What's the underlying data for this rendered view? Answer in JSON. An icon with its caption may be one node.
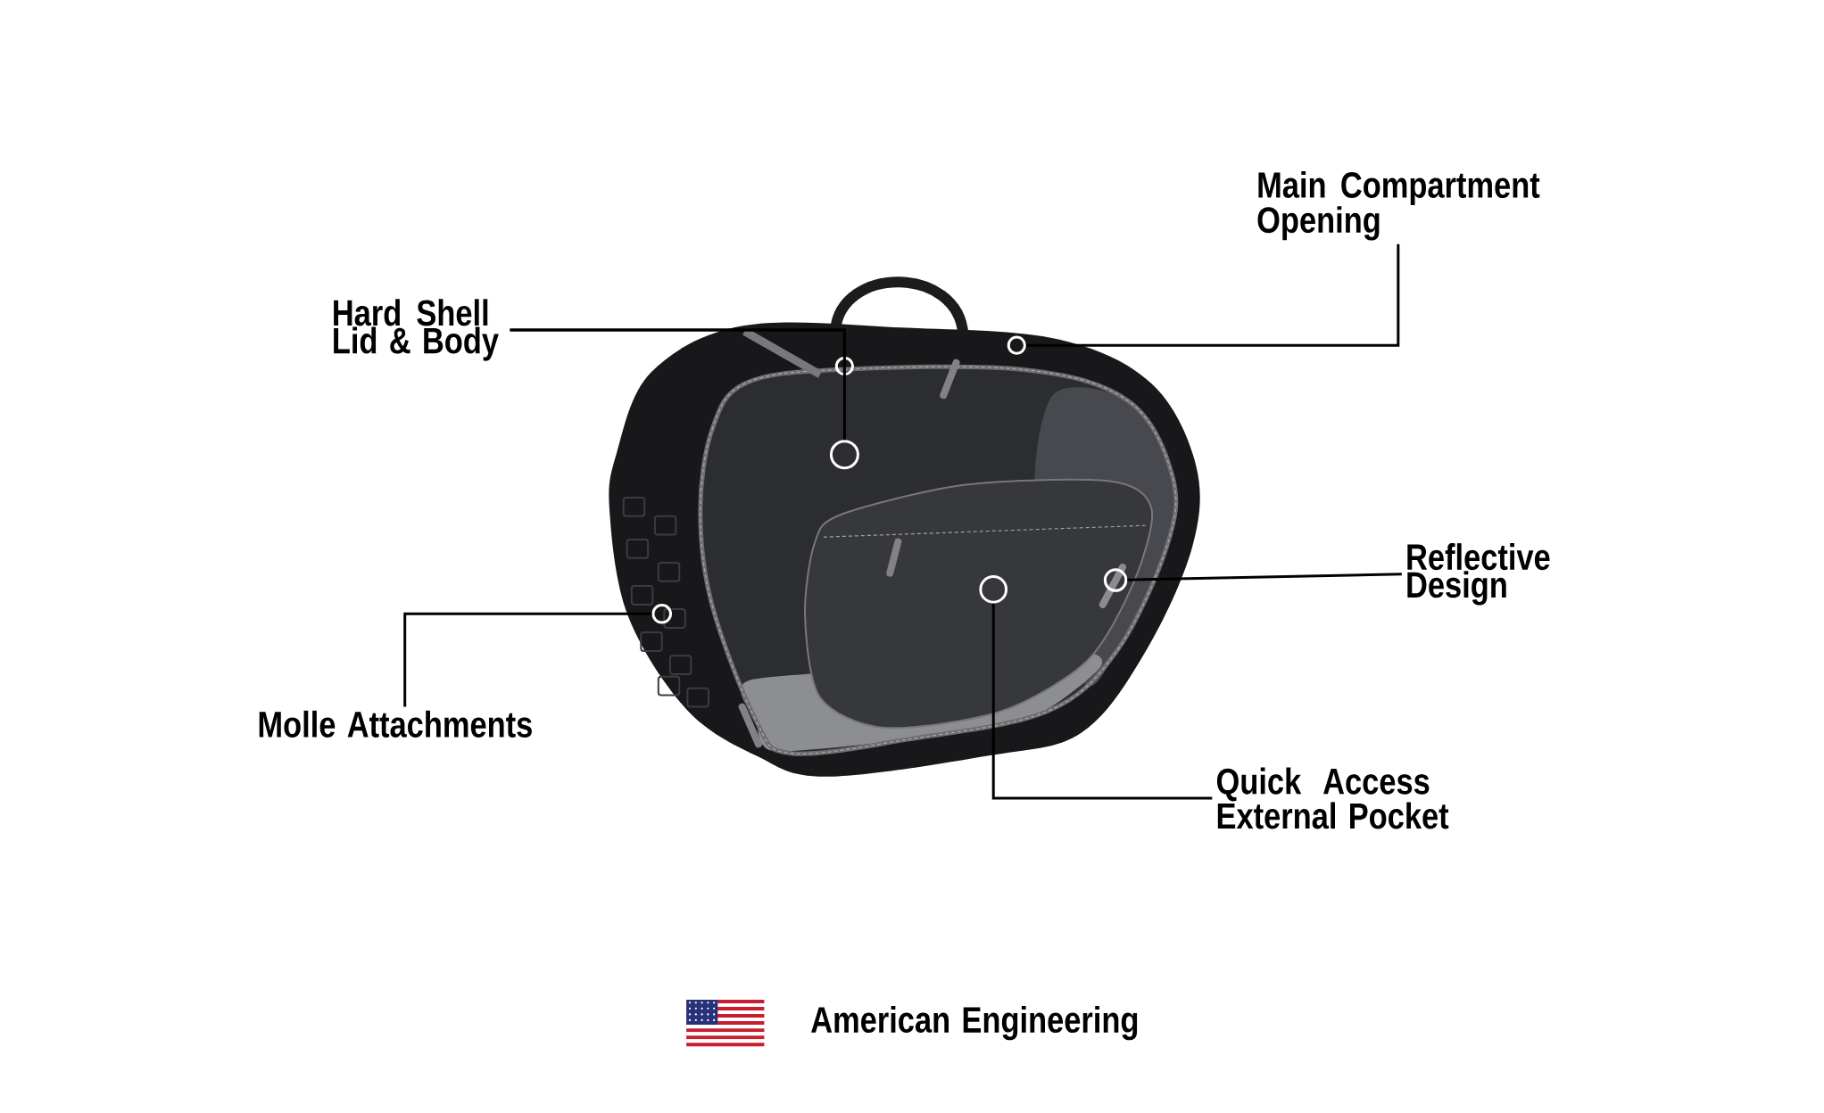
{
  "diagram": {
    "nodes": [
      {
        "text": [
          "Main Compartment Opening"
        ]
      },
      {
        "text": [
          "Hard Shell Lid & Body"
        ]
      },
      {
        "text": [
          "Reflective Design"
        ]
      },
      {
        "text": [
          "Molle Attachments"
        ]
      },
      {
        "text": [
          "Quick Access External Pocket"
        ]
      },
      {
        "text": [],
        "shape": "circle"
      },
      {
        "text": [],
        "shape": "circle"
      },
      {
        "text": [],
        "shape": "circle"
      },
      {
        "text": [],
        "shape": "circle"
      },
      {
        "text": [],
        "shape": "circle"
      },
      {
        "text": [],
        "shape": "circle"
      }
    ],
    "edges": [
      {
        "from": 0,
        "to": 5,
        "arrow": "none"
      },
      {
        "from": 1,
        "to": 6,
        "arrow": "none"
      },
      {
        "from": 1,
        "to": 7,
        "arrow": "none"
      },
      {
        "from": 2,
        "to": 8,
        "arrow": "none"
      },
      {
        "from": 3,
        "to": 9,
        "arrow": "none"
      },
      {
        "from": 4,
        "to": 10,
        "arrow": "none"
      }
    ],
    "labels": [
      "American Engineering"
    ]
  }
}
